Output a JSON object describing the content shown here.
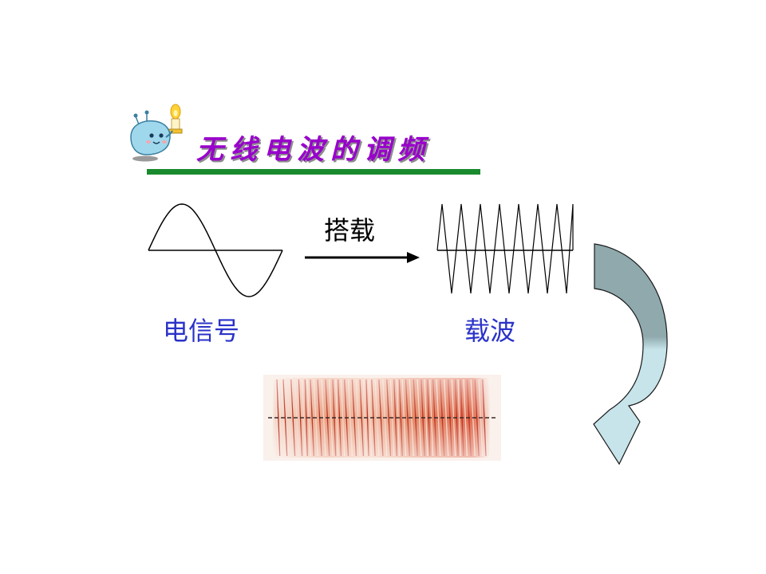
{
  "slide": {
    "title": "无线电波的调频",
    "carry_label": "搭载",
    "signal_label": "电信号",
    "carrier_label": "载波"
  },
  "icons": {
    "mascot": "cartoon-candle-mascot-icon",
    "curved_arrow": "curved-down-arrow-icon"
  },
  "colors": {
    "title": "#9900cc",
    "title_rule": "#1a8a2e",
    "labels": "#2a32c8",
    "arrow_fill_dark": "#8fa9ad",
    "arrow_fill_light": "#c6e4ea",
    "fm_wave": "#c0301c"
  }
}
